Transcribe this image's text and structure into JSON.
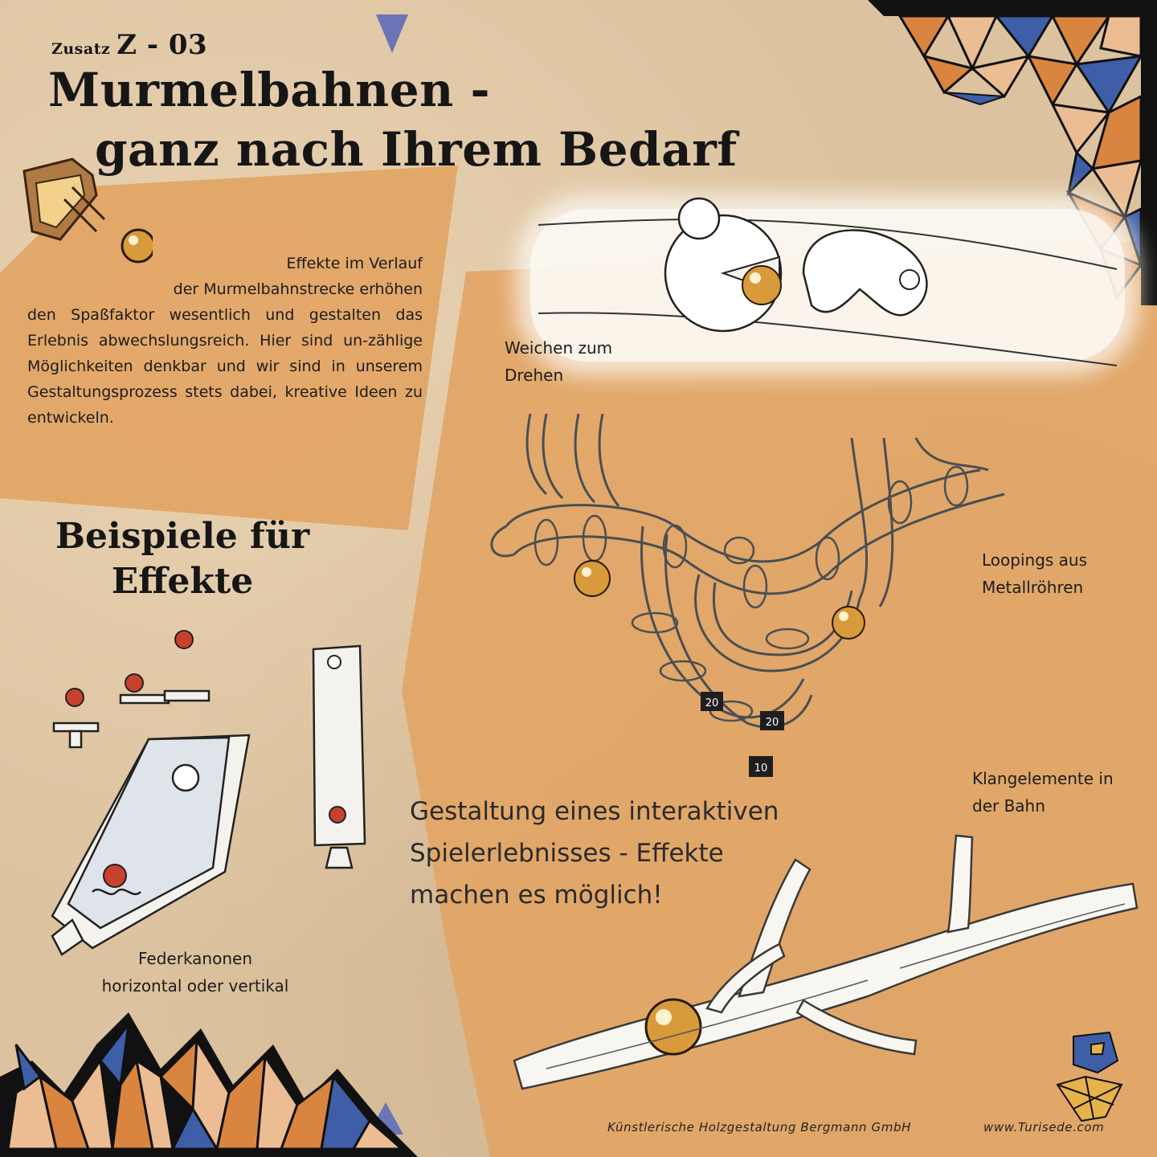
{
  "header": {
    "prefix_small": "Zusatz",
    "prefix_code": "Z - 03",
    "title_line1": "Murmelbahnen -",
    "title_line2": "ganz nach Ihrem Bedarf"
  },
  "intro": {
    "lines": [
      "Effekte im Verlauf",
      "der Murmelbahnstrecke erhöhen",
      "den Spaßfaktor wesentlich und gestalten das Erlebnis abwechslungsreich. Hier sind un-zählige Möglichkeiten denkbar und wir sind in unserem Gestaltungsprozess stets dabei, kreative Ideen zu entwickeln."
    ]
  },
  "examples_heading": {
    "line1": "Beispiele für",
    "line2": "Effekte"
  },
  "captions": {
    "weichen_line1": "Weichen zum",
    "weichen_line2": "Drehen",
    "loopings_line1": "Loopings aus",
    "loopings_line2": "Metallröhren",
    "klang_line1": "Klangelemente in",
    "klang_line2": "der Bahn",
    "feder_line1": "Federkanonen",
    "feder_line2": "horizontal oder vertikal"
  },
  "tagline": {
    "line1": "Gestaltung eines interaktiven",
    "line2": "Spielerlebnisses - Effekte",
    "line3": "machen es möglich!"
  },
  "track_labels": [
    "20",
    "20",
    "10"
  ],
  "footer": {
    "company": "Künstlerische Holzgestaltung Bergmann GmbH",
    "website": "www.Turisede.com"
  },
  "colors": {
    "paper": "#dcc29e",
    "orange_panel": "#e2a565",
    "mosaic_orange": "#d9853f",
    "mosaic_light": "#ecbd92",
    "mosaic_blue": "#3f5ea8",
    "ink": "#161616",
    "marble": "#d89a3a"
  }
}
